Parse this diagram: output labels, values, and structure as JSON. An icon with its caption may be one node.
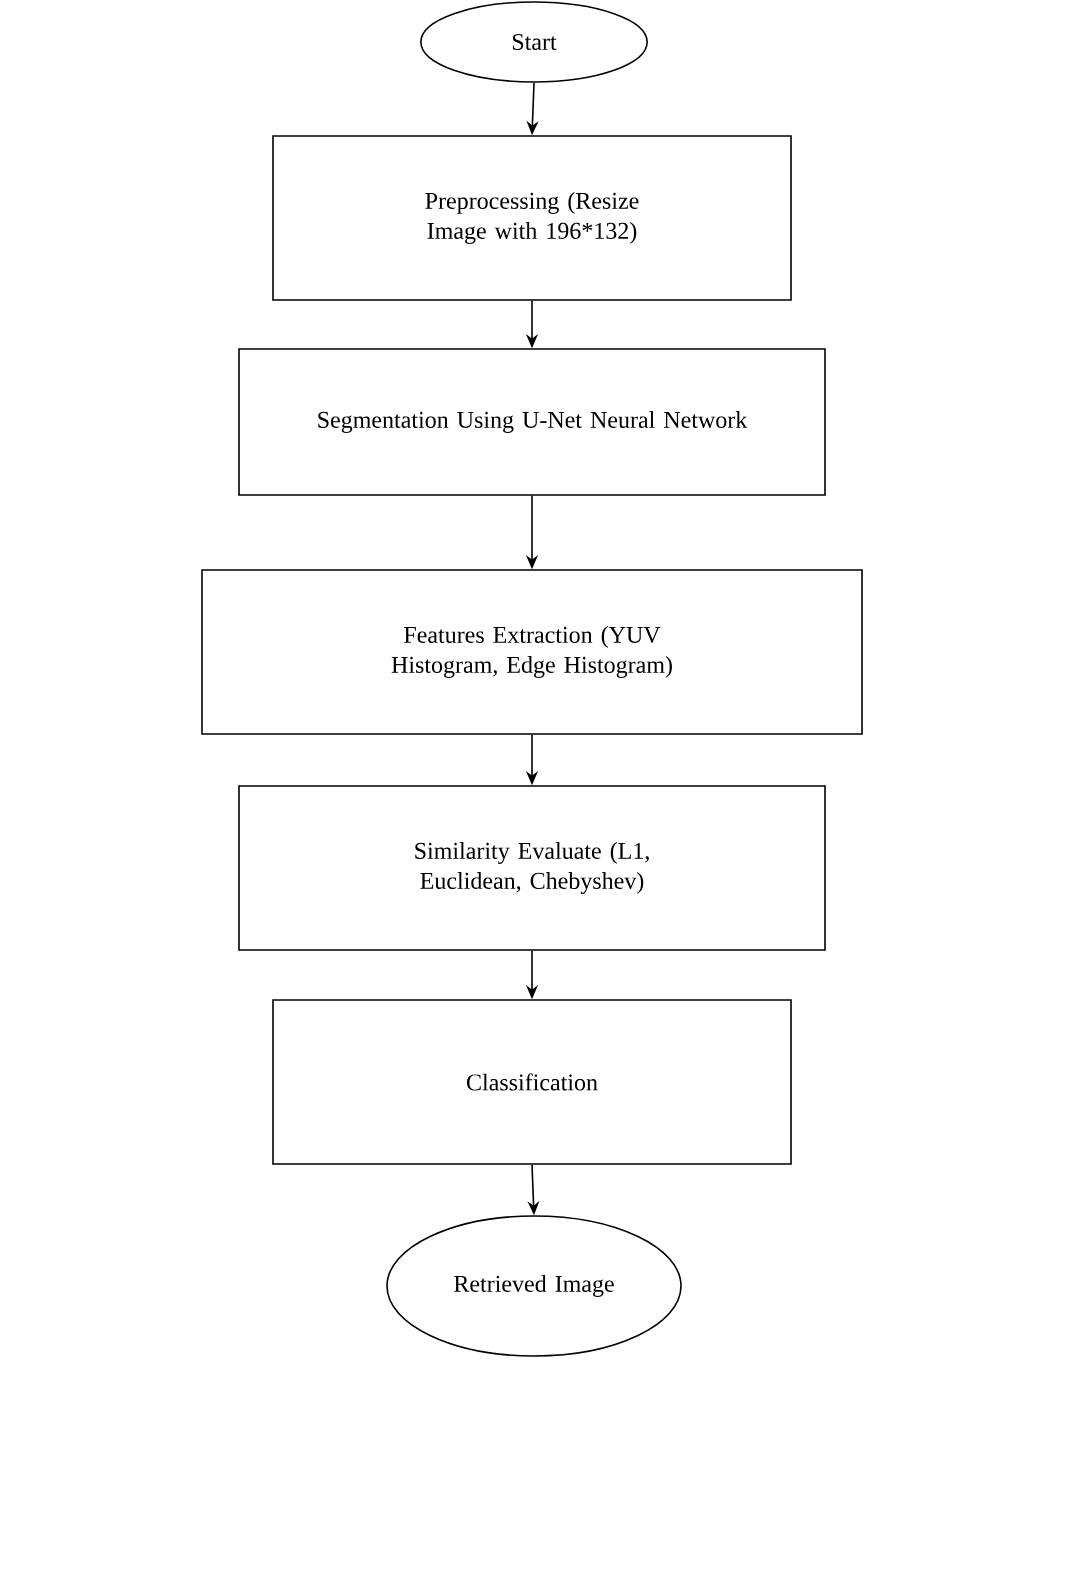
{
  "diagram": {
    "nodes": [
      {
        "text": [
          "Start"
        ]
      },
      {
        "text": [
          "Preprocessing (Resize Image with 196*132)"
        ]
      },
      {
        "text": [
          "Segmentation Using U-Net Neural Network"
        ]
      },
      {
        "text": [
          "Features Extraction (YUV Histogram, Edge Histogram)"
        ]
      },
      {
        "text": [
          "Similarity Evaluate (L1, Euclidean, Chebyshev)"
        ]
      },
      {
        "text": [
          "Classification"
        ]
      },
      {
        "text": [
          "Retrieved Image"
        ]
      }
    ],
    "edges": [
      {
        "from": 0,
        "to": 1,
        "arrow": "to"
      },
      {
        "from": 1,
        "to": 2,
        "arrow": "to"
      },
      {
        "from": 2,
        "to": 3,
        "arrow": "to"
      },
      {
        "from": 3,
        "to": 4,
        "arrow": "to"
      },
      {
        "from": 4,
        "to": 5,
        "arrow": "to"
      },
      {
        "from": 5,
        "to": 6,
        "arrow": "to"
      }
    ]
  }
}
